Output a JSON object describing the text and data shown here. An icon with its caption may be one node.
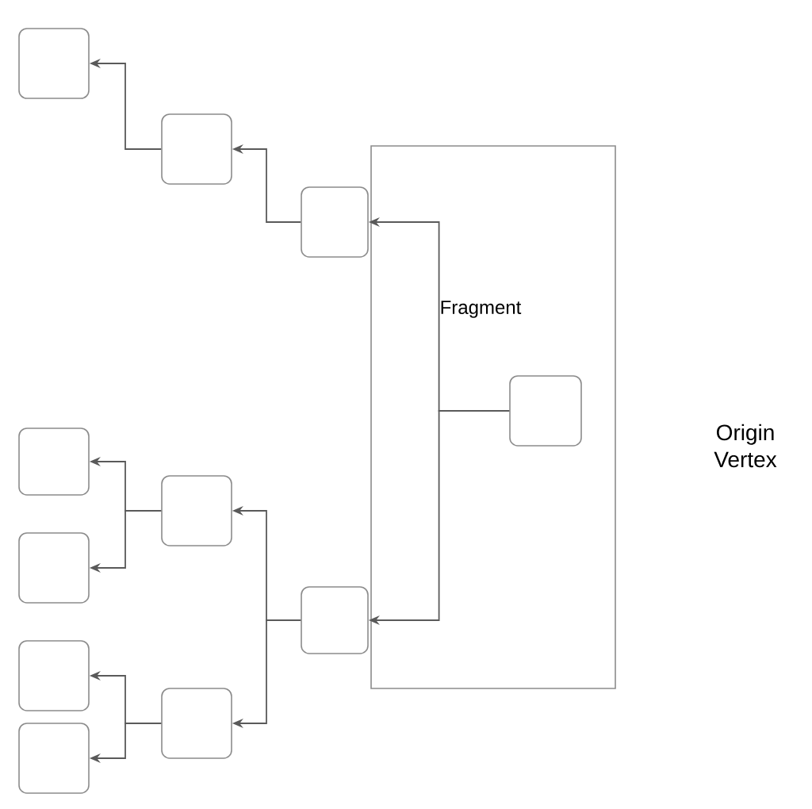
{
  "diagram": {
    "nodes": [
      {
        "text": [
          "Fragment"
        ]
      },
      {
        "text": [],
        "shape": "box",
        "in": 0
      },
      {
        "text": [],
        "shape": "box"
      },
      {
        "text": [],
        "shape": "box"
      },
      {
        "text": [],
        "shape": "box"
      },
      {
        "text": [],
        "shape": "box"
      },
      {
        "text": [],
        "shape": "box"
      },
      {
        "text": [],
        "shape": "box"
      },
      {
        "text": [],
        "shape": "box"
      },
      {
        "text": [],
        "shape": "box"
      },
      {
        "text": [],
        "shape": "box"
      },
      {
        "text": [],
        "shape": "box"
      }
    ],
    "edges": [
      {
        "from": 1,
        "to": 4,
        "arrow": "to"
      },
      {
        "from": 1,
        "to": 8,
        "arrow": "to"
      },
      {
        "from": 4,
        "to": 3,
        "arrow": "to"
      },
      {
        "from": 3,
        "to": 2,
        "arrow": "to"
      },
      {
        "from": 8,
        "to": 6,
        "arrow": "to"
      },
      {
        "from": 8,
        "to": 10,
        "arrow": "to"
      },
      {
        "from": 6,
        "to": 5,
        "arrow": "to"
      },
      {
        "from": 6,
        "to": 7,
        "arrow": "to"
      },
      {
        "from": 10,
        "to": 9,
        "arrow": "to"
      },
      {
        "from": 10,
        "to": 11,
        "arrow": "to"
      }
    ],
    "labels": [
      "Origin Vertex"
    ]
  }
}
